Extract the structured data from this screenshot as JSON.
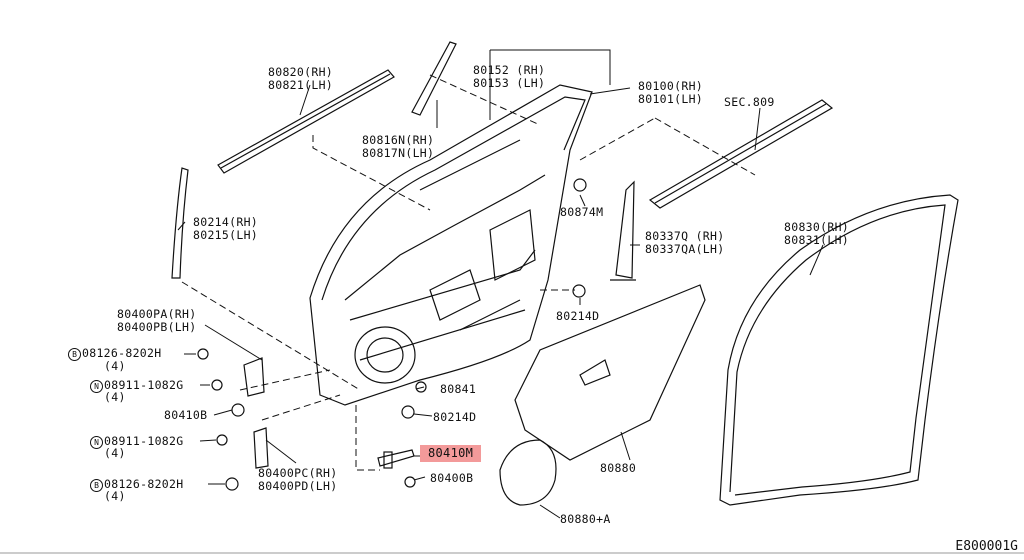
{
  "diagram_code": "E800001G",
  "highlight_color": "#f39a9a",
  "labels": {
    "p80820": "80820(RH)\n80821(LH)",
    "p80152": "80152 (RH)\n80153 (LH)",
    "p80100": "80100(RH)\n80101(LH)",
    "sec809": "SEC.809",
    "p80816": "80816N(RH)\n80817N(LH)",
    "p80874": "80874M",
    "p80214": "80214(RH)\n80215(LH)",
    "p80337": "80337Q (RH)\n80337QA(LH)",
    "p80830": "80830(RH)\n80831(LH)",
    "p80214d_top": "80214D",
    "p80400pa": "80400PA(RH)\n80400PB(LH)",
    "p08126a_num": "08126-8202H",
    "p08126a_qty": "(4)",
    "p08911a_num": "08911-1082G",
    "p08911a_qty": "(4)",
    "p80841": "80841",
    "p80410b": "80410B",
    "p80214d_mid": "80214D",
    "p08911b_num": "08911-1082G",
    "p08911b_qty": "(4)",
    "p80410m": "80410M",
    "p80880": "80880",
    "p80400pc": "80400PC(RH)\n80400PD(LH)",
    "p80400b": "80400B",
    "p08126b_num": "08126-8202H",
    "p08126b_qty": "(4)",
    "p80880a": "80880+A",
    "mark_b": "B",
    "mark_n": "N"
  }
}
